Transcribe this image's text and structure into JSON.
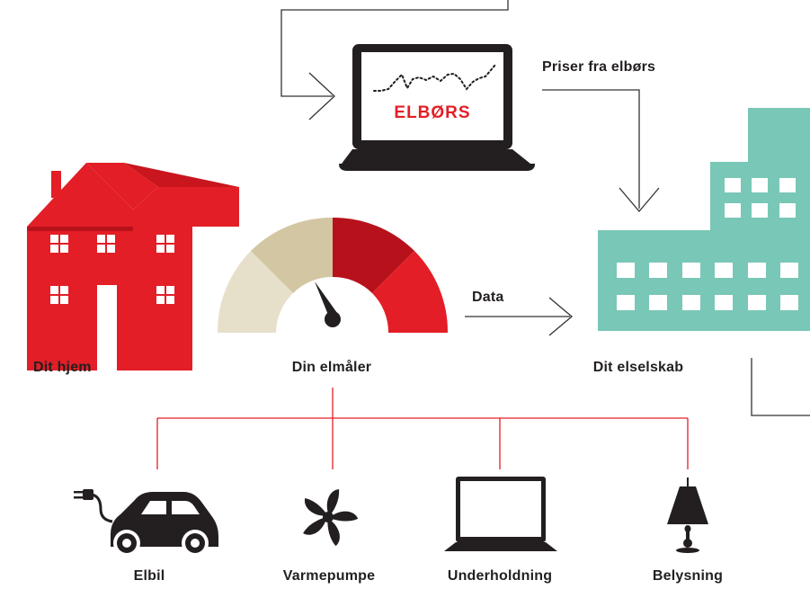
{
  "labels": {
    "prices": "Priser fra elbørs",
    "data": "Data",
    "home": "Dit hjem",
    "meter": "Din elmåler",
    "company": "Dit elselskab"
  },
  "laptop_screen_text": "ELBØRS",
  "devices": [
    {
      "label": "Elbil",
      "icon": "electric-car-icon"
    },
    {
      "label": "Varmepumpe",
      "icon": "heat-pump-fan-icon"
    },
    {
      "label": "Underholdning",
      "icon": "laptop-icon"
    },
    {
      "label": "Belysning",
      "icon": "lamp-icon"
    }
  ],
  "colors": {
    "red": "#e31e26",
    "dark_red": "#b7121c",
    "beige_light": "#e6e0cb",
    "beige": "#d3c6a2",
    "teal": "#79c7b6",
    "black": "#231f20",
    "line": "#333333",
    "connector_red": "#e31e26"
  }
}
